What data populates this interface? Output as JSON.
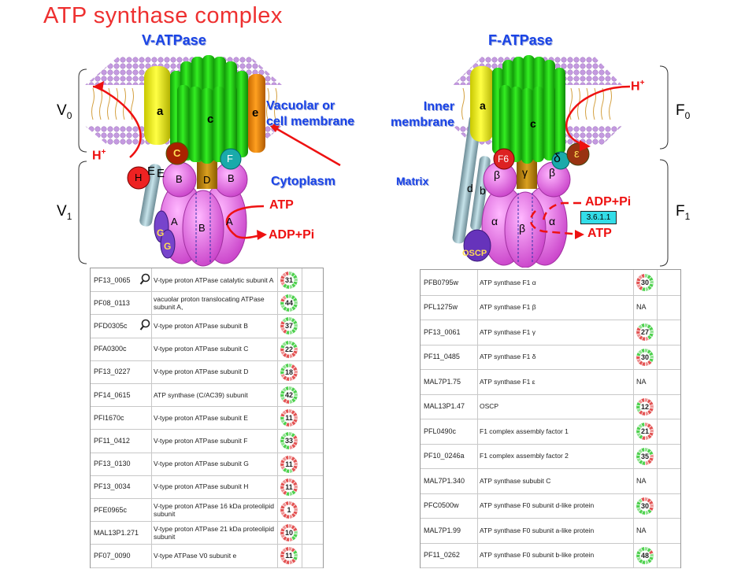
{
  "title": "ATP synthase complex",
  "v_panel": {
    "title": "V-ATPase",
    "v0": "V",
    "v0_sub": "0",
    "v1": "V",
    "v1_sub": "1",
    "subunits": {
      "a": "a",
      "c": "c",
      "e": "e",
      "C": "C",
      "F": "F",
      "H": "H",
      "E": "E",
      "E2": "E",
      "D": "D",
      "B_left": "B",
      "B_right": "B",
      "A_left": "A",
      "A_right": "A",
      "B_center": "B",
      "G1": "G",
      "G2": "G"
    },
    "membrane_label": "Vacuolar or\ncell membrane",
    "cytoplasm": "Cytoplasm",
    "proton": "H",
    "proton_sup": "+",
    "atp": "ATP",
    "adp": "ADP+Pi"
  },
  "f_panel": {
    "title": "F-ATPase",
    "f0": "F",
    "f0_sub": "0",
    "f1": "F",
    "f1_sub": "1",
    "subunits": {
      "a": "a",
      "c": "c",
      "b": "b",
      "d": "d",
      "F6": "F6",
      "epsilon": "ε",
      "delta": "δ",
      "gamma": "γ",
      "beta_left": "β",
      "beta_right": "β",
      "alpha_left": "α",
      "alpha_right": "α",
      "beta_center": "β",
      "oscp": "OSCP"
    },
    "membrane_label": "Inner\nmembrane",
    "matrix": "Matrix",
    "proton": "H",
    "proton_sup": "+",
    "atp": "ATP",
    "adp": "ADP+Pi",
    "ec_number": "3.6.1.1"
  },
  "v_table": [
    {
      "id": "PF13_0065",
      "desc": "V-type proton ATPase catalytic subunit A",
      "score": "31",
      "magnifier": true
    },
    {
      "id": "PF08_0113",
      "desc": "vacuolar proton translocating ATPase subunit A,",
      "score": "44",
      "magnifier": false
    },
    {
      "id": "PFD0305c",
      "desc": "V-type proton ATPase subunit B",
      "score": "37",
      "magnifier": true
    },
    {
      "id": "PFA0300c",
      "desc": "V-type proton ATPase subunit C",
      "score": "22",
      "magnifier": false
    },
    {
      "id": "PF13_0227",
      "desc": "V-type proton ATPase subunit D",
      "score": "18",
      "magnifier": false
    },
    {
      "id": "PF14_0615",
      "desc": "ATP synthase (C/AC39) subunit",
      "score": "42",
      "magnifier": false
    },
    {
      "id": "PFI1670c",
      "desc": "V-type proton ATPase subunit E",
      "score": "11",
      "magnifier": false
    },
    {
      "id": "PF11_0412",
      "desc": "V-type proton ATPase subunit F",
      "score": "33",
      "magnifier": false
    },
    {
      "id": "PF13_0130",
      "desc": "V-type proton ATPase subunit G",
      "score": "11",
      "magnifier": false
    },
    {
      "id": "PF13_0034",
      "desc": "V-type proton ATPase subunit H",
      "score": "11",
      "magnifier": false
    },
    {
      "id": "PFE0965c",
      "desc": "V-type proton ATPase 16 kDa proteolipid subunit",
      "score": "1",
      "magnifier": false
    },
    {
      "id": "MAL13P1.271",
      "desc": "V-type proton ATPase 21 kDa proteolipid subunit",
      "score": "10",
      "magnifier": false
    },
    {
      "id": "PF07_0090",
      "desc": "V-type ATPase V0 subunit e",
      "score": "11",
      "magnifier": false
    }
  ],
  "f_table": [
    {
      "id": "PFB0795w",
      "desc": "ATP synthase F1 α",
      "score": "30"
    },
    {
      "id": "PFL1275w",
      "desc": "ATP synthase F1 β",
      "score": "NA"
    },
    {
      "id": "PF13_0061",
      "desc": "ATP synthase F1 γ",
      "score": "27"
    },
    {
      "id": "PF11_0485",
      "desc": "ATP synthase F1 δ",
      "score": "30"
    },
    {
      "id": "MAL7P1.75",
      "desc": "ATP synthase F1 ε",
      "score": "NA"
    },
    {
      "id": "MAL13P1.47",
      "desc": "OSCP",
      "score": "12"
    },
    {
      "id": "PFL0490c",
      "desc": "F1 complex assembly factor 1",
      "score": "21"
    },
    {
      "id": "PF10_0246a",
      "desc": "F1 complex assembly factor 2",
      "score": "35"
    },
    {
      "id": "MAL7P1.340",
      "desc": "ATP synthase sububit C",
      "score": "NA"
    },
    {
      "id": "PFC0500w",
      "desc": "ATP synthase F0 subunit d-like protein",
      "score": "30"
    },
    {
      "id": "MAL7P1.99",
      "desc": "ATP synthase F0 subunit a-like protein",
      "score": "NA"
    },
    {
      "id": "PF11_0262",
      "desc": "ATP synthase F0 subunit b-like protein",
      "score": "48"
    }
  ],
  "colors": {
    "title": "#ee3030",
    "label_blue": "#1a44e6",
    "arrow_red": "#ee1111",
    "membrane": "#c9a3df",
    "c_ring": "#22dd11",
    "alpha_beta": "#e070e8"
  }
}
